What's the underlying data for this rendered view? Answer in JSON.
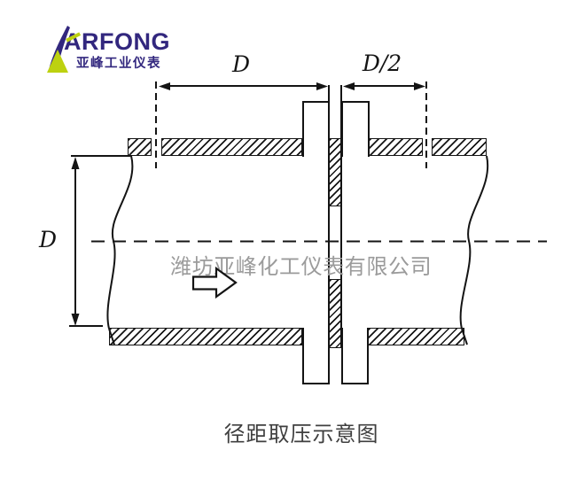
{
  "logo": {
    "brand": "ARFONG",
    "subtitle": "亚峰工业仪表"
  },
  "dimensions": {
    "upstream": "D",
    "downstream": "D/2",
    "diameter": "D"
  },
  "watermark": "潍坊亚峰化工仪表有限公司",
  "caption": "径距取压示意图",
  "colors": {
    "line": "#141414",
    "brand_purple": "#32277e",
    "brand_lime": "#bdd110",
    "watermark_gray": "#9b9b9b",
    "caption_gray": "#3f3f3f"
  }
}
